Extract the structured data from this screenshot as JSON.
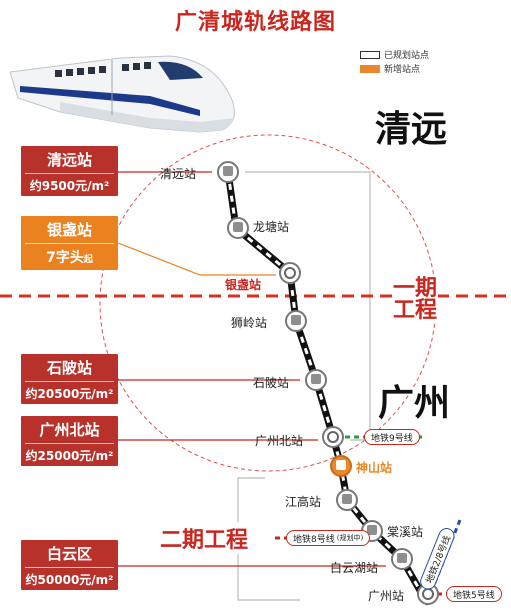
{
  "title": "广清城轨线路图",
  "legend": {
    "planned": "已规划站点",
    "new": "新增站点",
    "planned_color": "#ffffff",
    "new_color": "#e8882a"
  },
  "cities": {
    "qingyuan": "清远",
    "guangzhou": "广州"
  },
  "phases": {
    "phase1": "一期工程",
    "phase2": "二期工程"
  },
  "stations": {
    "qingyuan": "清远站",
    "longtang": "龙塘站",
    "yinzhan": "银盏站",
    "shiling": "狮岭站",
    "shiling2": "石陂站",
    "guangzhou_north": "广州北站",
    "shenshan": "神山站",
    "jianggao": "江高站",
    "tangxi": "棠溪站",
    "baiyunhu": "白云湖站",
    "guangzhou": "广州站"
  },
  "metro": {
    "line9": "地铁9号线",
    "line8": "地铁8号线",
    "line8_note": "(规划中)",
    "line2_8": "地铁2/8号线",
    "line5": "地铁5号线"
  },
  "price_boxes": [
    {
      "name": "清远站",
      "price": "约9500元/m²",
      "color": "#b8322b"
    },
    {
      "name": "银盏站",
      "price": "7字头",
      "suffix": "起",
      "color": "#ea8220"
    },
    {
      "name": "石陂站",
      "price": "约20500元/m²",
      "color": "#b8322b"
    },
    {
      "name": "广州北站",
      "price": "约25000元/m²",
      "color": "#b8322b"
    },
    {
      "name": "白云区",
      "price": "约50000元/m²",
      "color": "#b8322b"
    }
  ]
}
